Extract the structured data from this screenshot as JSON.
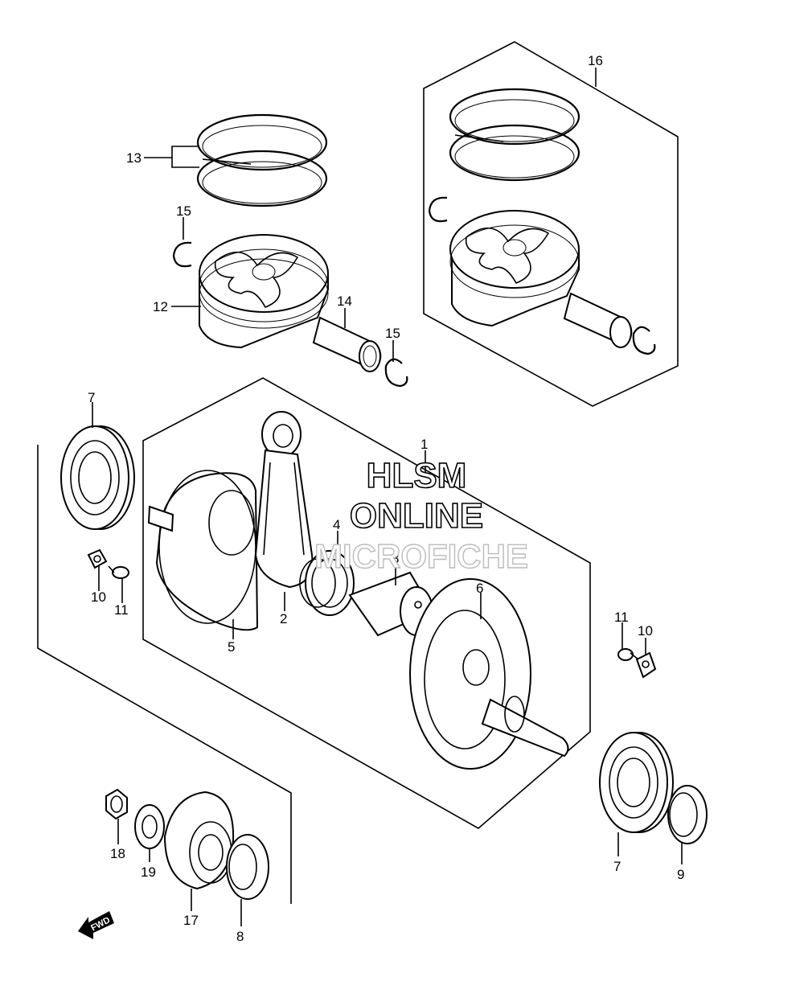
{
  "watermark": {
    "line1": "HLSM",
    "line2": "ONLINE",
    "line3": "MICROFICHE"
  },
  "direction_badge": "FWD",
  "parts": [
    {
      "key": "p1",
      "number": "1"
    },
    {
      "key": "p2",
      "number": "2"
    },
    {
      "key": "p3",
      "number": "3"
    },
    {
      "key": "p4",
      "number": "4"
    },
    {
      "key": "p5",
      "number": "5"
    },
    {
      "key": "p6",
      "number": "6"
    },
    {
      "key": "p7a",
      "number": "7"
    },
    {
      "key": "p7b",
      "number": "7"
    },
    {
      "key": "p8",
      "number": "8"
    },
    {
      "key": "p9",
      "number": "9"
    },
    {
      "key": "p10a",
      "number": "10"
    },
    {
      "key": "p10b",
      "number": "10"
    },
    {
      "key": "p11a",
      "number": "11"
    },
    {
      "key": "p11b",
      "number": "11"
    },
    {
      "key": "p12",
      "number": "12"
    },
    {
      "key": "p13",
      "number": "13"
    },
    {
      "key": "p14",
      "number": "14"
    },
    {
      "key": "p15a",
      "number": "15"
    },
    {
      "key": "p15b",
      "number": "15"
    },
    {
      "key": "p16",
      "number": "16"
    },
    {
      "key": "p17",
      "number": "17"
    },
    {
      "key": "p18",
      "number": "18"
    },
    {
      "key": "p19",
      "number": "19"
    }
  ]
}
